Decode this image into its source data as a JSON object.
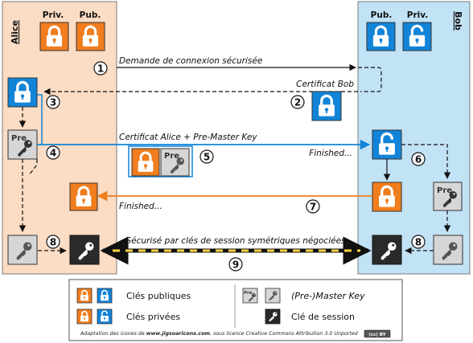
{
  "parties": {
    "left": "Alice",
    "right": "Bob"
  },
  "headers": {
    "alice_priv": "Priv.",
    "alice_pub": "Pub.",
    "bob_pub": "Pub.",
    "bob_priv": "Priv."
  },
  "steps": {
    "s1": {
      "num": "1",
      "label": "Demande de connexion sécurisée"
    },
    "s2": {
      "num": "2",
      "label": "Certificat Bob"
    },
    "s3": {
      "num": "3"
    },
    "s4": {
      "num": "4",
      "label": "Certificat Alice + Pre-Master Key"
    },
    "s5": {
      "num": "5",
      "finished": "Finished..."
    },
    "s6": {
      "num": "6"
    },
    "s7": {
      "num": "7",
      "label": "Finished..."
    },
    "s8a": {
      "num": "8"
    },
    "s8b": {
      "num": "8"
    },
    "s9": {
      "num": "9",
      "label": "Sécurisé par clés de session symétriques négociées"
    }
  },
  "key_labels": {
    "pre": "Pre"
  },
  "legend": {
    "public_keys": "Clés publiques",
    "private_keys": "Clés privées",
    "master_key": "(Pre-)Master Key",
    "session_key": "Clé de session",
    "pre": "Pre"
  },
  "credit": {
    "prefix": "Adaptation des icones de ",
    "site": "www.jigsoaricons.com",
    "suffix": ", sous licence Creative Commons Attribution 3.0 Unported",
    "badge": "(cc) BY"
  },
  "colors": {
    "alice_bg": "#fbdcc4",
    "bob_bg": "#c2e2f6",
    "orange": "#f07d1e",
    "blue": "#1184d8",
    "gray_box": "#d6d6d6",
    "dark_box": "#2a2a2a",
    "tunnel_yellow": "#ffd23f"
  }
}
